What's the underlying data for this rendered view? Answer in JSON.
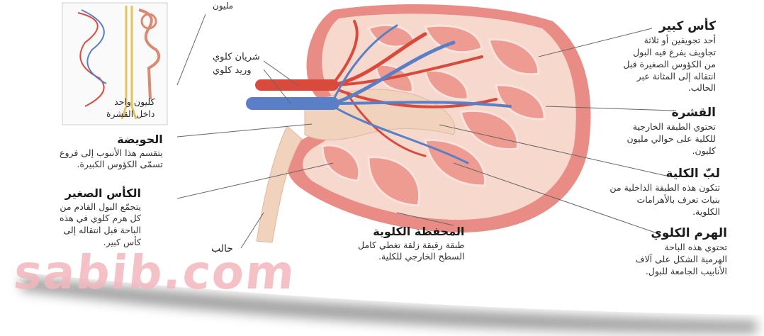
{
  "labels": {
    "top_cut": "مليون",
    "artery": "شريان كلوي",
    "vein": "وريد كلوي",
    "nephron_l1": "كليون واحد",
    "nephron_l2": "داخل القشرة",
    "major_calyx": {
      "title": "كأس كبير",
      "lines": [
        "أحد تجويفين أو ثلاثة",
        "تجاويف يفرغ فيه البول",
        "من الكؤوس الصغيرة قبل",
        "انتقاله إلى المثانة عبر",
        "الحالب."
      ]
    },
    "cortex": {
      "title": "القشرة",
      "lines": [
        "تحتوي الطبقة الخارجية",
        "للكلية على حوالي مليون",
        "كليون."
      ]
    },
    "medulla": {
      "title": "لبّ الكلية",
      "lines": [
        "تتكون هذه الطبقة الداخلية من",
        "بنيات تعرف بالأهرامات",
        "الكلوية."
      ]
    },
    "pyramid": {
      "title": "الهرم الكلوي",
      "lines": [
        "تحتوي هذه الباحة",
        "الهرمية الشكل على آلاف",
        "الأنابيب الجامعة للبول."
      ]
    },
    "capsule": {
      "title": "المحفظة الكلوية",
      "lines": [
        "طبقة رقيقة زلقة تغطي كامل",
        "السطح الخارجي للكلية."
      ]
    },
    "pelvis": {
      "title": "الحويضة",
      "lines": [
        "يتقسم هذا الأنبوب إلى فروع",
        "تسمّى الكؤوس الكبيرة."
      ]
    },
    "minor_calyx": {
      "title": "الكأس الصغير",
      "lines": [
        "يتجمّع البول القادم من",
        "كل هرم كلوي في هذه",
        "الباحة قبل انتقاله إلى",
        "كأس كبير."
      ]
    },
    "ureter": "حالب"
  },
  "watermark": "sabib.com",
  "colors": {
    "kidney_outer": "#e98c86",
    "kidney_inner": "#f6d8cd",
    "pyramid": "#ee9b92",
    "artery": "#d94a3c",
    "vein": "#5a7fc6",
    "pelvis": "#f1d2bd",
    "watermark": "#f3b8bd"
  }
}
